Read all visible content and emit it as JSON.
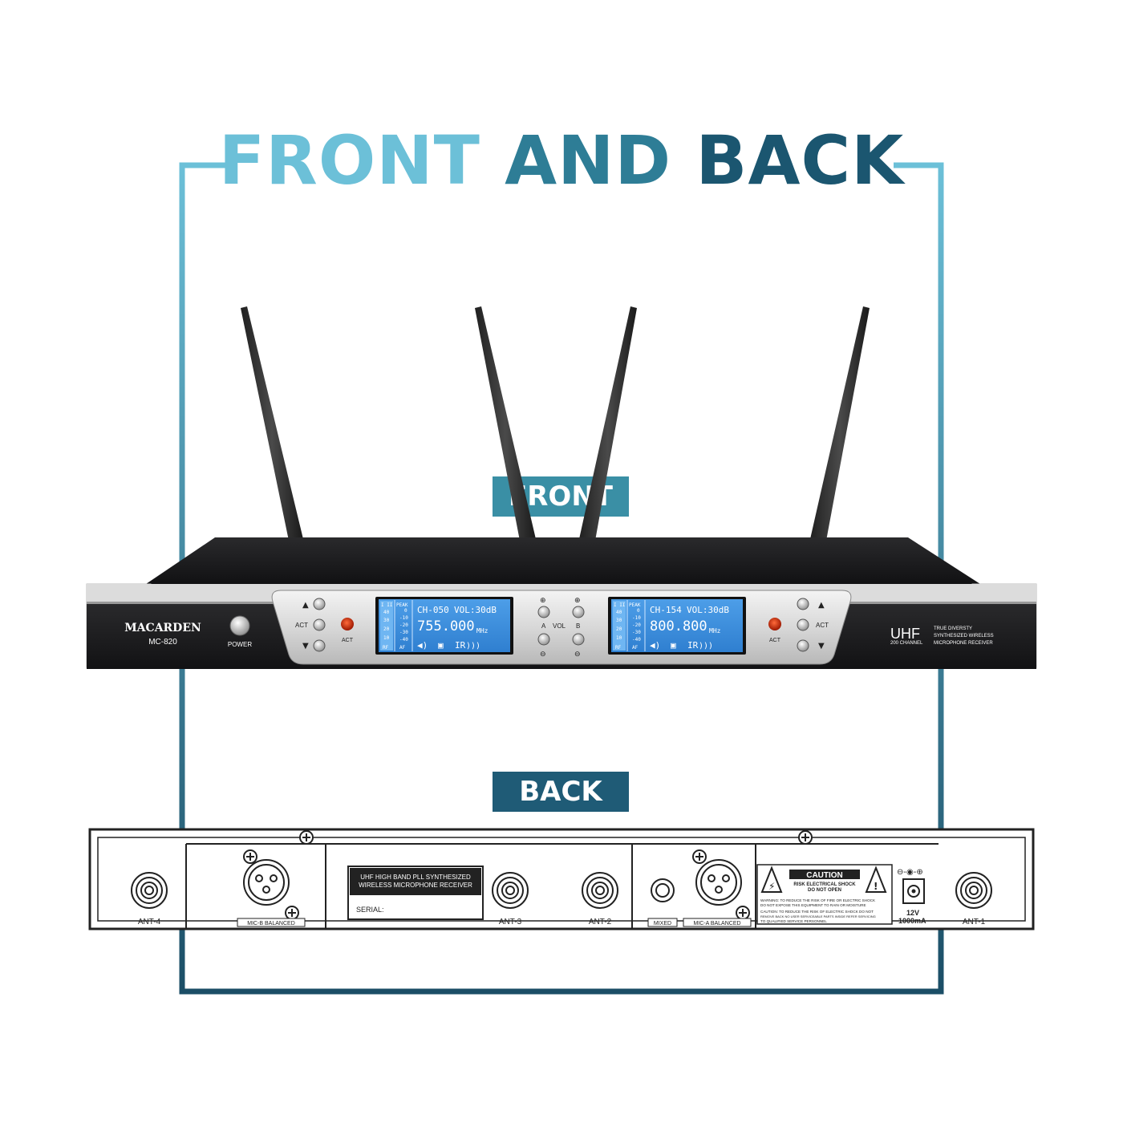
{
  "title": {
    "word1": "FRONT",
    "word2": "AND",
    "word3": "BACK"
  },
  "labels": {
    "front": "FRONT",
    "back": "BACK"
  },
  "colors": {
    "light": "#6cc0d8",
    "mid": "#2e7d96",
    "dark": "#1b5670",
    "front_label_bg": "#3a8fa5",
    "back_label_bg": "#1f5b76"
  },
  "front": {
    "brand": "MACARDEN",
    "model": "MC-820",
    "power_label": "POWER",
    "act_label": "ACT",
    "vol_label": "VOL",
    "a_label": "A",
    "b_label": "B",
    "uhf": "UHF",
    "channels": "200 CHANNEL",
    "desc_line1": "TRUE DIVERSTY",
    "desc_line2": "SYNTHESIZED WIRELESS",
    "desc_line3": "MICROPHONE RECEIVER",
    "meter_header_left": "I II",
    "meter_header_peak": "PEAK",
    "meter_left": [
      "40",
      "30",
      "20",
      "10",
      "RF"
    ],
    "meter_right": [
      "0",
      "-10",
      "-20",
      "-30",
      "-40",
      "AF"
    ],
    "lcd_a": {
      "channel": "CH-050",
      "volume": "VOL:30dB",
      "freq": "755.000",
      "unit": "MHz",
      "ir": "IR"
    },
    "lcd_b": {
      "channel": "CH-154",
      "volume": "VOL:30dB",
      "freq": "800.800",
      "unit": "MHz",
      "ir": "IR"
    }
  },
  "back": {
    "ant4": "ANT-4",
    "ant3": "ANT-3",
    "ant2": "ANT-2",
    "ant1": "ANT-1",
    "mic_b": "MIC-B   BALANCED",
    "mic_a": "MIC-A   BALANCED",
    "mixed": "MIXED",
    "label_line1": "UHF HIGH BAND PLL SYNTHESIZED",
    "label_line2": "WIRELESS MICROPHONE RECEIVER",
    "serial": "SERIAL:",
    "caution_title": "CAUTION",
    "caution_sub1": "RISK ELECTRICAL SHOCK",
    "caution_sub2": "DO NOT OPEN",
    "warning_line1": "WARNING: TO REDUCE THE RISK OF FIRE OR ELECTRIC SHOCK",
    "warning_line2": "DO NOT EXPOSE THIS EQUIPMENT TO RAIN OR MOISTURE",
    "caution_line1": "CAUTION: TO REDUCE THE RISK OF ELECTRIC SHOCK DO NOT",
    "caution_line2": "REMOVE BACK NO USER SERVICEABLE PARTS INSIDE REFER SERVICING",
    "caution_line3": "TO QUALIFIED SERVICE PERSONNEL",
    "power_voltage": "12V",
    "power_current": "1000mA"
  }
}
